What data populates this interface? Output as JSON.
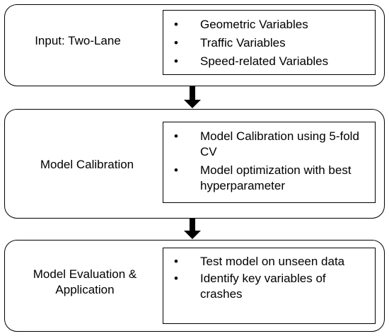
{
  "stages": [
    {
      "label": "Input: Two-Lane",
      "items": [
        "Geometric Variables",
        "Traffic Variables",
        "Speed-related Variables"
      ]
    },
    {
      "label": "Model Calibration",
      "items": [
        "Model Calibration using 5-fold CV",
        "Model optimization with best hyperparameter"
      ]
    },
    {
      "label_lines": [
        "Model Evaluation &",
        "Application"
      ],
      "items": [
        "Test model on unseen data",
        "Identify key variables of crashes"
      ]
    }
  ],
  "bullet_glyph": "•"
}
